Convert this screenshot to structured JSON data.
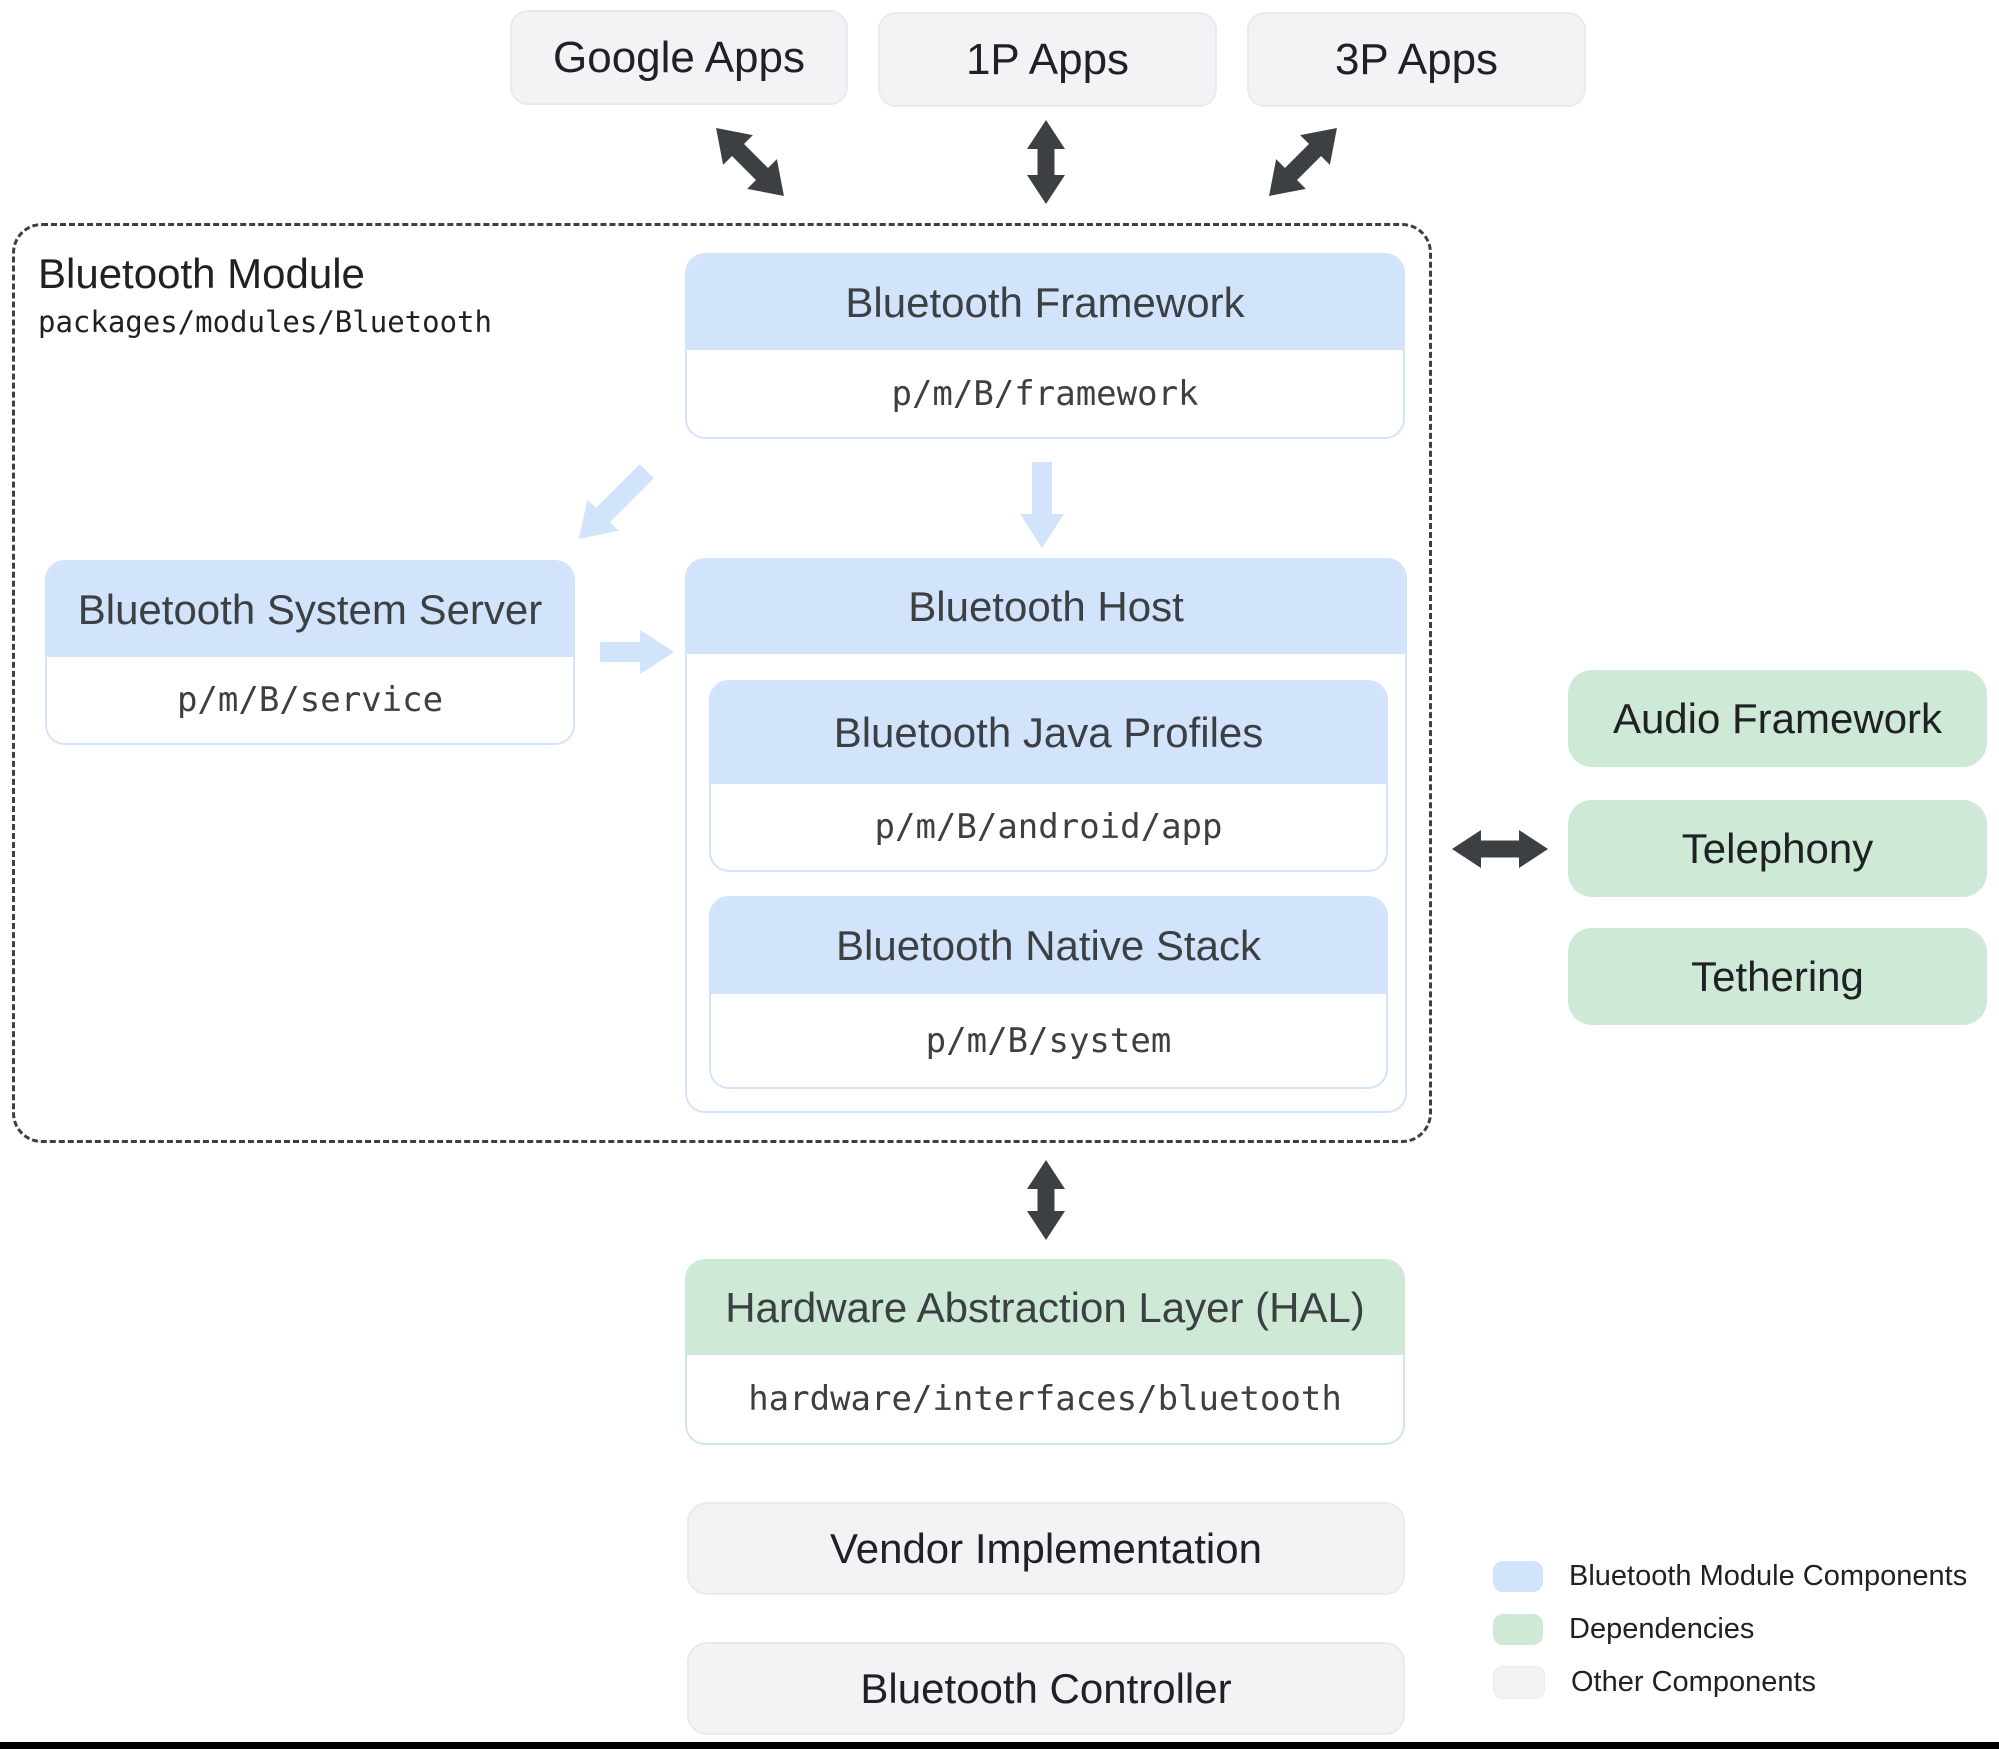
{
  "diagram": {
    "top_apps": [
      {
        "label": "Google Apps"
      },
      {
        "label": "1P Apps"
      },
      {
        "label": "3P Apps"
      }
    ],
    "module": {
      "title": "Bluetooth Module",
      "path": "packages/modules/Bluetooth",
      "framework": {
        "title": "Bluetooth Framework",
        "path": "p/m/B/framework"
      },
      "system_server": {
        "title": "Bluetooth System Server",
        "path": "p/m/B/service"
      },
      "host": {
        "title": "Bluetooth Host",
        "children": [
          {
            "title": "Bluetooth Java Profiles",
            "path": "p/m/B/android/app"
          },
          {
            "title": "Bluetooth Native Stack",
            "path": "p/m/B/system"
          }
        ]
      }
    },
    "dependencies": [
      {
        "label": "Audio Framework"
      },
      {
        "label": "Telephony"
      },
      {
        "label": "Tethering"
      }
    ],
    "hal": {
      "title": "Hardware Abstraction Layer (HAL)",
      "path": "hardware/interfaces/bluetooth"
    },
    "other_components": [
      {
        "label": "Vendor Implementation"
      },
      {
        "label": "Bluetooth Controller"
      }
    ],
    "legend": [
      {
        "label": "Bluetooth Module Components",
        "color": "#d2e3fc"
      },
      {
        "label": "Dependencies",
        "color": "#ceead6"
      },
      {
        "label": "Other Components",
        "color": "#f1f3f4"
      }
    ],
    "connectors": [
      {
        "name": "google-apps-module-arrow",
        "type": "double",
        "direction": "nw-se",
        "color": "#3c4043"
      },
      {
        "name": "1p-apps-module-arrow",
        "type": "double",
        "direction": "vertical",
        "color": "#3c4043"
      },
      {
        "name": "3p-apps-module-arrow",
        "type": "double",
        "direction": "ne-sw",
        "color": "#3c4043"
      },
      {
        "name": "framework-to-system-server-arrow",
        "type": "single",
        "direction": "down-left",
        "color": "#d2e3fc"
      },
      {
        "name": "framework-to-host-arrow",
        "type": "single",
        "direction": "down",
        "color": "#d2e3fc"
      },
      {
        "name": "system-server-to-host-arrow",
        "type": "single",
        "direction": "right",
        "color": "#d2e3fc"
      },
      {
        "name": "module-dependencies-arrow",
        "type": "double",
        "direction": "horizontal",
        "color": "#3c4043"
      },
      {
        "name": "module-hal-arrow",
        "type": "double",
        "direction": "vertical",
        "color": "#3c4043"
      }
    ],
    "colors": {
      "module_component": "#d2e3fc",
      "dependency": "#ceead6",
      "other_component": "#f1f3f4",
      "arrow_dark": "#3c4043",
      "arrow_light": "#d2e3fc",
      "title_text": "#3c4043",
      "black_text": "#202124"
    }
  }
}
